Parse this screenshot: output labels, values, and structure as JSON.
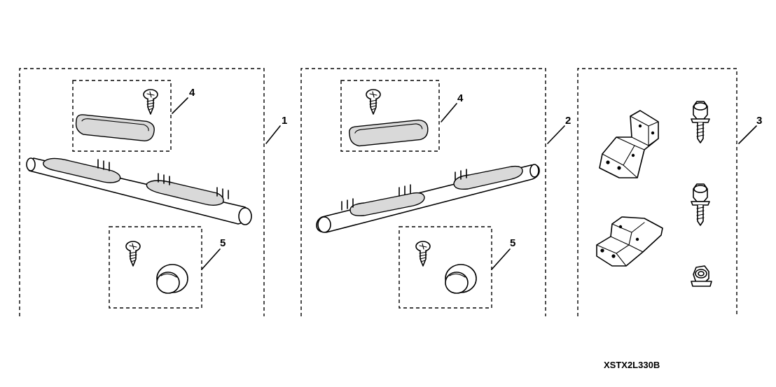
{
  "callouts": {
    "box1": "1",
    "box2": "2",
    "box3": "3",
    "inset4_left": "4",
    "inset4_mid": "4",
    "inset5_left": "5",
    "inset5_mid": "5"
  },
  "diagram_code": "XSTX2L330B"
}
